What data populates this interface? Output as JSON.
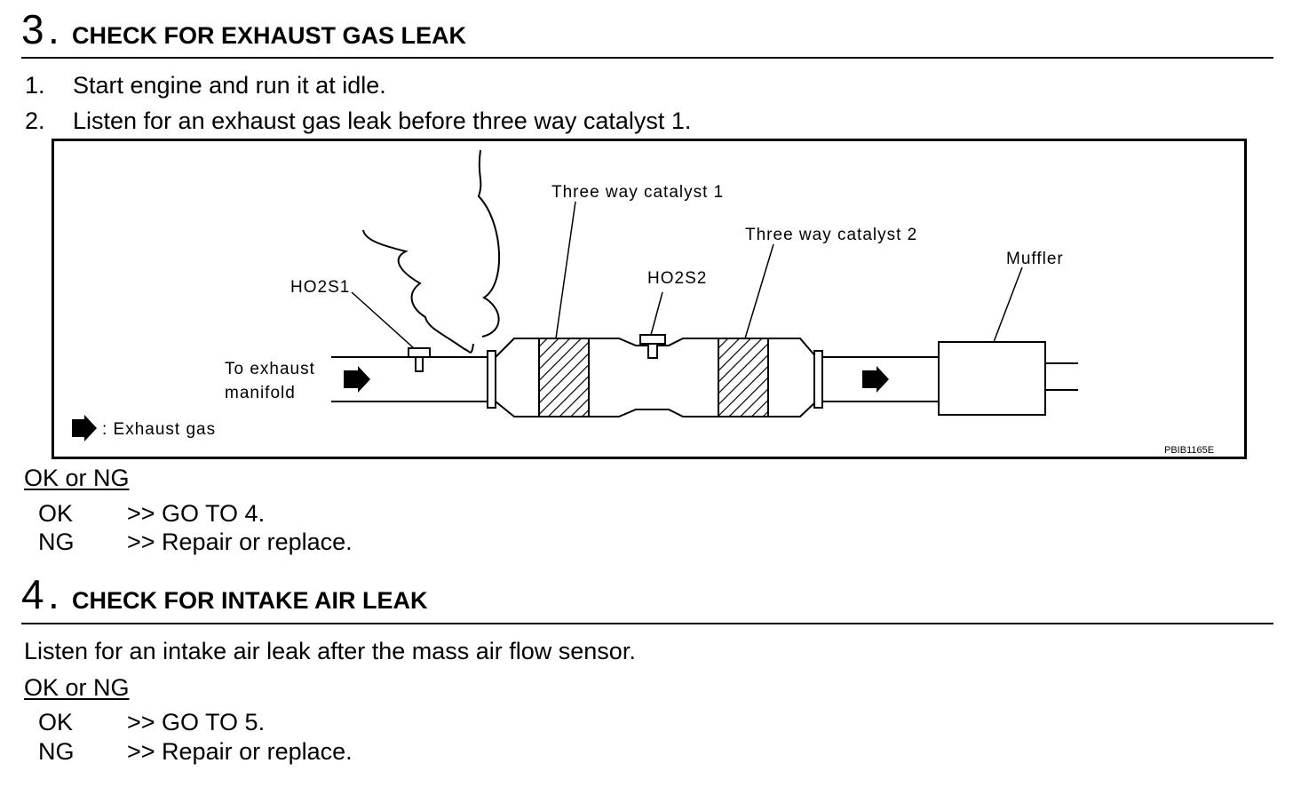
{
  "step3": {
    "number": "3",
    "title": "CHECK FOR EXHAUST GAS LEAK",
    "instructions": [
      {
        "num": "1.",
        "text": "Start engine and run it at idle."
      },
      {
        "num": "2.",
        "text": "Listen for an exhaust gas leak before three way catalyst 1."
      }
    ],
    "figure": {
      "labels": {
        "catalyst1": "Three way catalyst 1",
        "catalyst2": "Three way catalyst 2",
        "ho2s1": "HO2S1",
        "ho2s2": "HO2S2",
        "muffler": "Muffler",
        "to_exhaust_line1": "To exhaust",
        "to_exhaust_line2": "manifold",
        "legend": ": Exhaust gas",
        "code": "PBIB1165E"
      }
    },
    "okng_label": "OK or NG",
    "results": [
      {
        "key": "OK",
        "value": ">> GO TO 4."
      },
      {
        "key": "NG",
        "value": ">> Repair or replace."
      }
    ]
  },
  "step4": {
    "number": "4",
    "title": "CHECK FOR INTAKE AIR LEAK",
    "instruction": "Listen for an intake air leak after the mass air flow sensor.",
    "okng_label": "OK or NG",
    "results": [
      {
        "key": "OK",
        "value": ">> GO TO 5."
      },
      {
        "key": "NG",
        "value": ">> Repair or replace."
      }
    ]
  }
}
